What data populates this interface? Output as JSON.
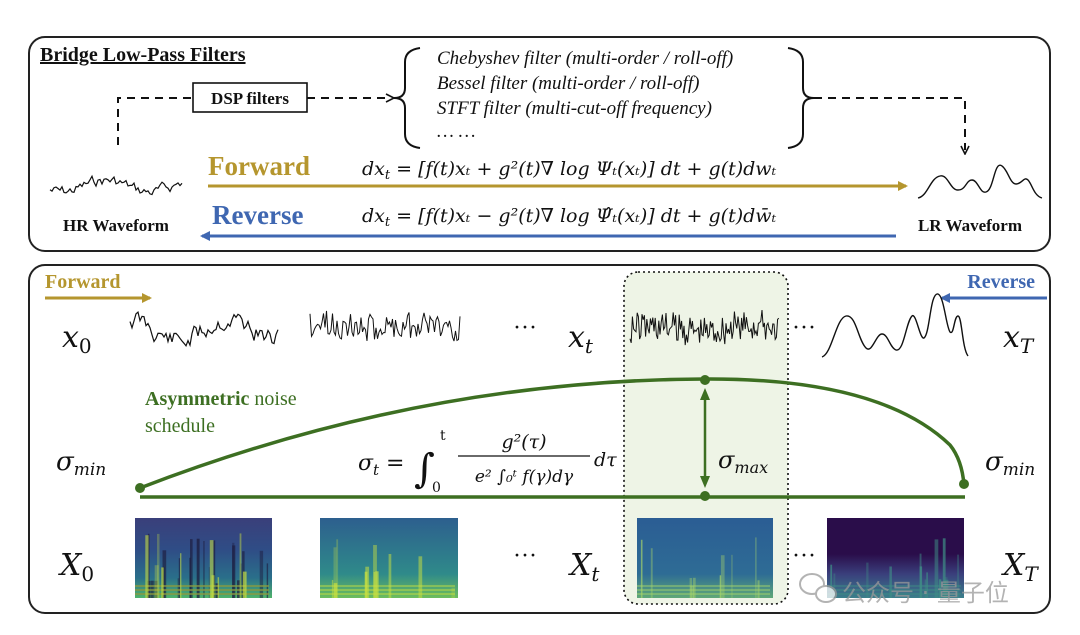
{
  "top_panel": {
    "title": "Bridge Low-Pass Filters",
    "dsp_label": "DSP filters",
    "filters": [
      "Chebyshev filter (multi-order / roll-off)",
      "Bessel filter (multi-order / roll-off)",
      "STFT filter (multi-cut-off frequency)",
      "… …"
    ],
    "forward_label": "Forward",
    "reverse_label": "Reverse",
    "hr_label": "HR Waveform",
    "lr_label": "LR Waveform",
    "forward_eq": {
      "lhs": "dx",
      "sub": "t",
      "eq": " = ",
      "body": "[f(t)xₜ + g²(t)∇ log Ψₜ(xₜ)] dt + g(t)dwₜ"
    },
    "reverse_eq": {
      "lhs": "dx",
      "sub": "t",
      "eq": " = ",
      "body": "[f(t)xₜ − g²(t)∇ log Ψ̂ₜ(xₜ)] dt + g(t)dw̄ₜ"
    }
  },
  "bottom_panel": {
    "forward_label": "Forward",
    "reverse_label": "Reverse",
    "x0": {
      "base": "x",
      "sub": "0"
    },
    "xt": {
      "base": "x",
      "sub": "t"
    },
    "xT": {
      "base": "x",
      "sub": "T"
    },
    "X0": {
      "base": "X",
      "sub": "0"
    },
    "Xt": {
      "base": "X",
      "sub": "t"
    },
    "XT": {
      "base": "X",
      "sub": "T"
    },
    "ellipsis": "···",
    "sigma_min": {
      "base": "σ",
      "sub": "min"
    },
    "sigma_max": {
      "base": "σ",
      "sub": "max"
    },
    "schedule_bold": "Asymmetric",
    "schedule_rest1": " noise",
    "schedule_rest2": "schedule",
    "sigma_eq": {
      "lhs": "σ",
      "lhs_sub": "t",
      "eq": " = ",
      "integral": "∫",
      "lower": "0",
      "upper": "t",
      "numerator": "g²(τ)",
      "denominator": "e² ∫₀ᵗ f(γ)dγ",
      "dtau": "dτ"
    }
  },
  "watermark": "公众号 · 量子位",
  "colors": {
    "forward": "#b5962e",
    "reverse": "#3f67b1",
    "schedule": "#3d6f22",
    "highlight_bg": "#eef4e6",
    "spec_dark": "#2a0d4a",
    "spec_mid": "#2f5f8c",
    "spec_bright": "#c9e040"
  },
  "icons": [
    "wechat-icon"
  ]
}
